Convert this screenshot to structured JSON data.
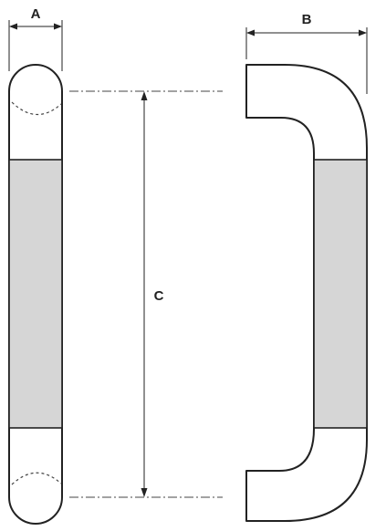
{
  "figure": {
    "dimensions": {
      "a": {
        "label": "A"
      },
      "b": {
        "label": "B"
      },
      "c": {
        "label": "C"
      }
    },
    "colors": {
      "grip_fill": "#d6d6d6",
      "line": "#222222",
      "background": "#ffffff"
    }
  }
}
